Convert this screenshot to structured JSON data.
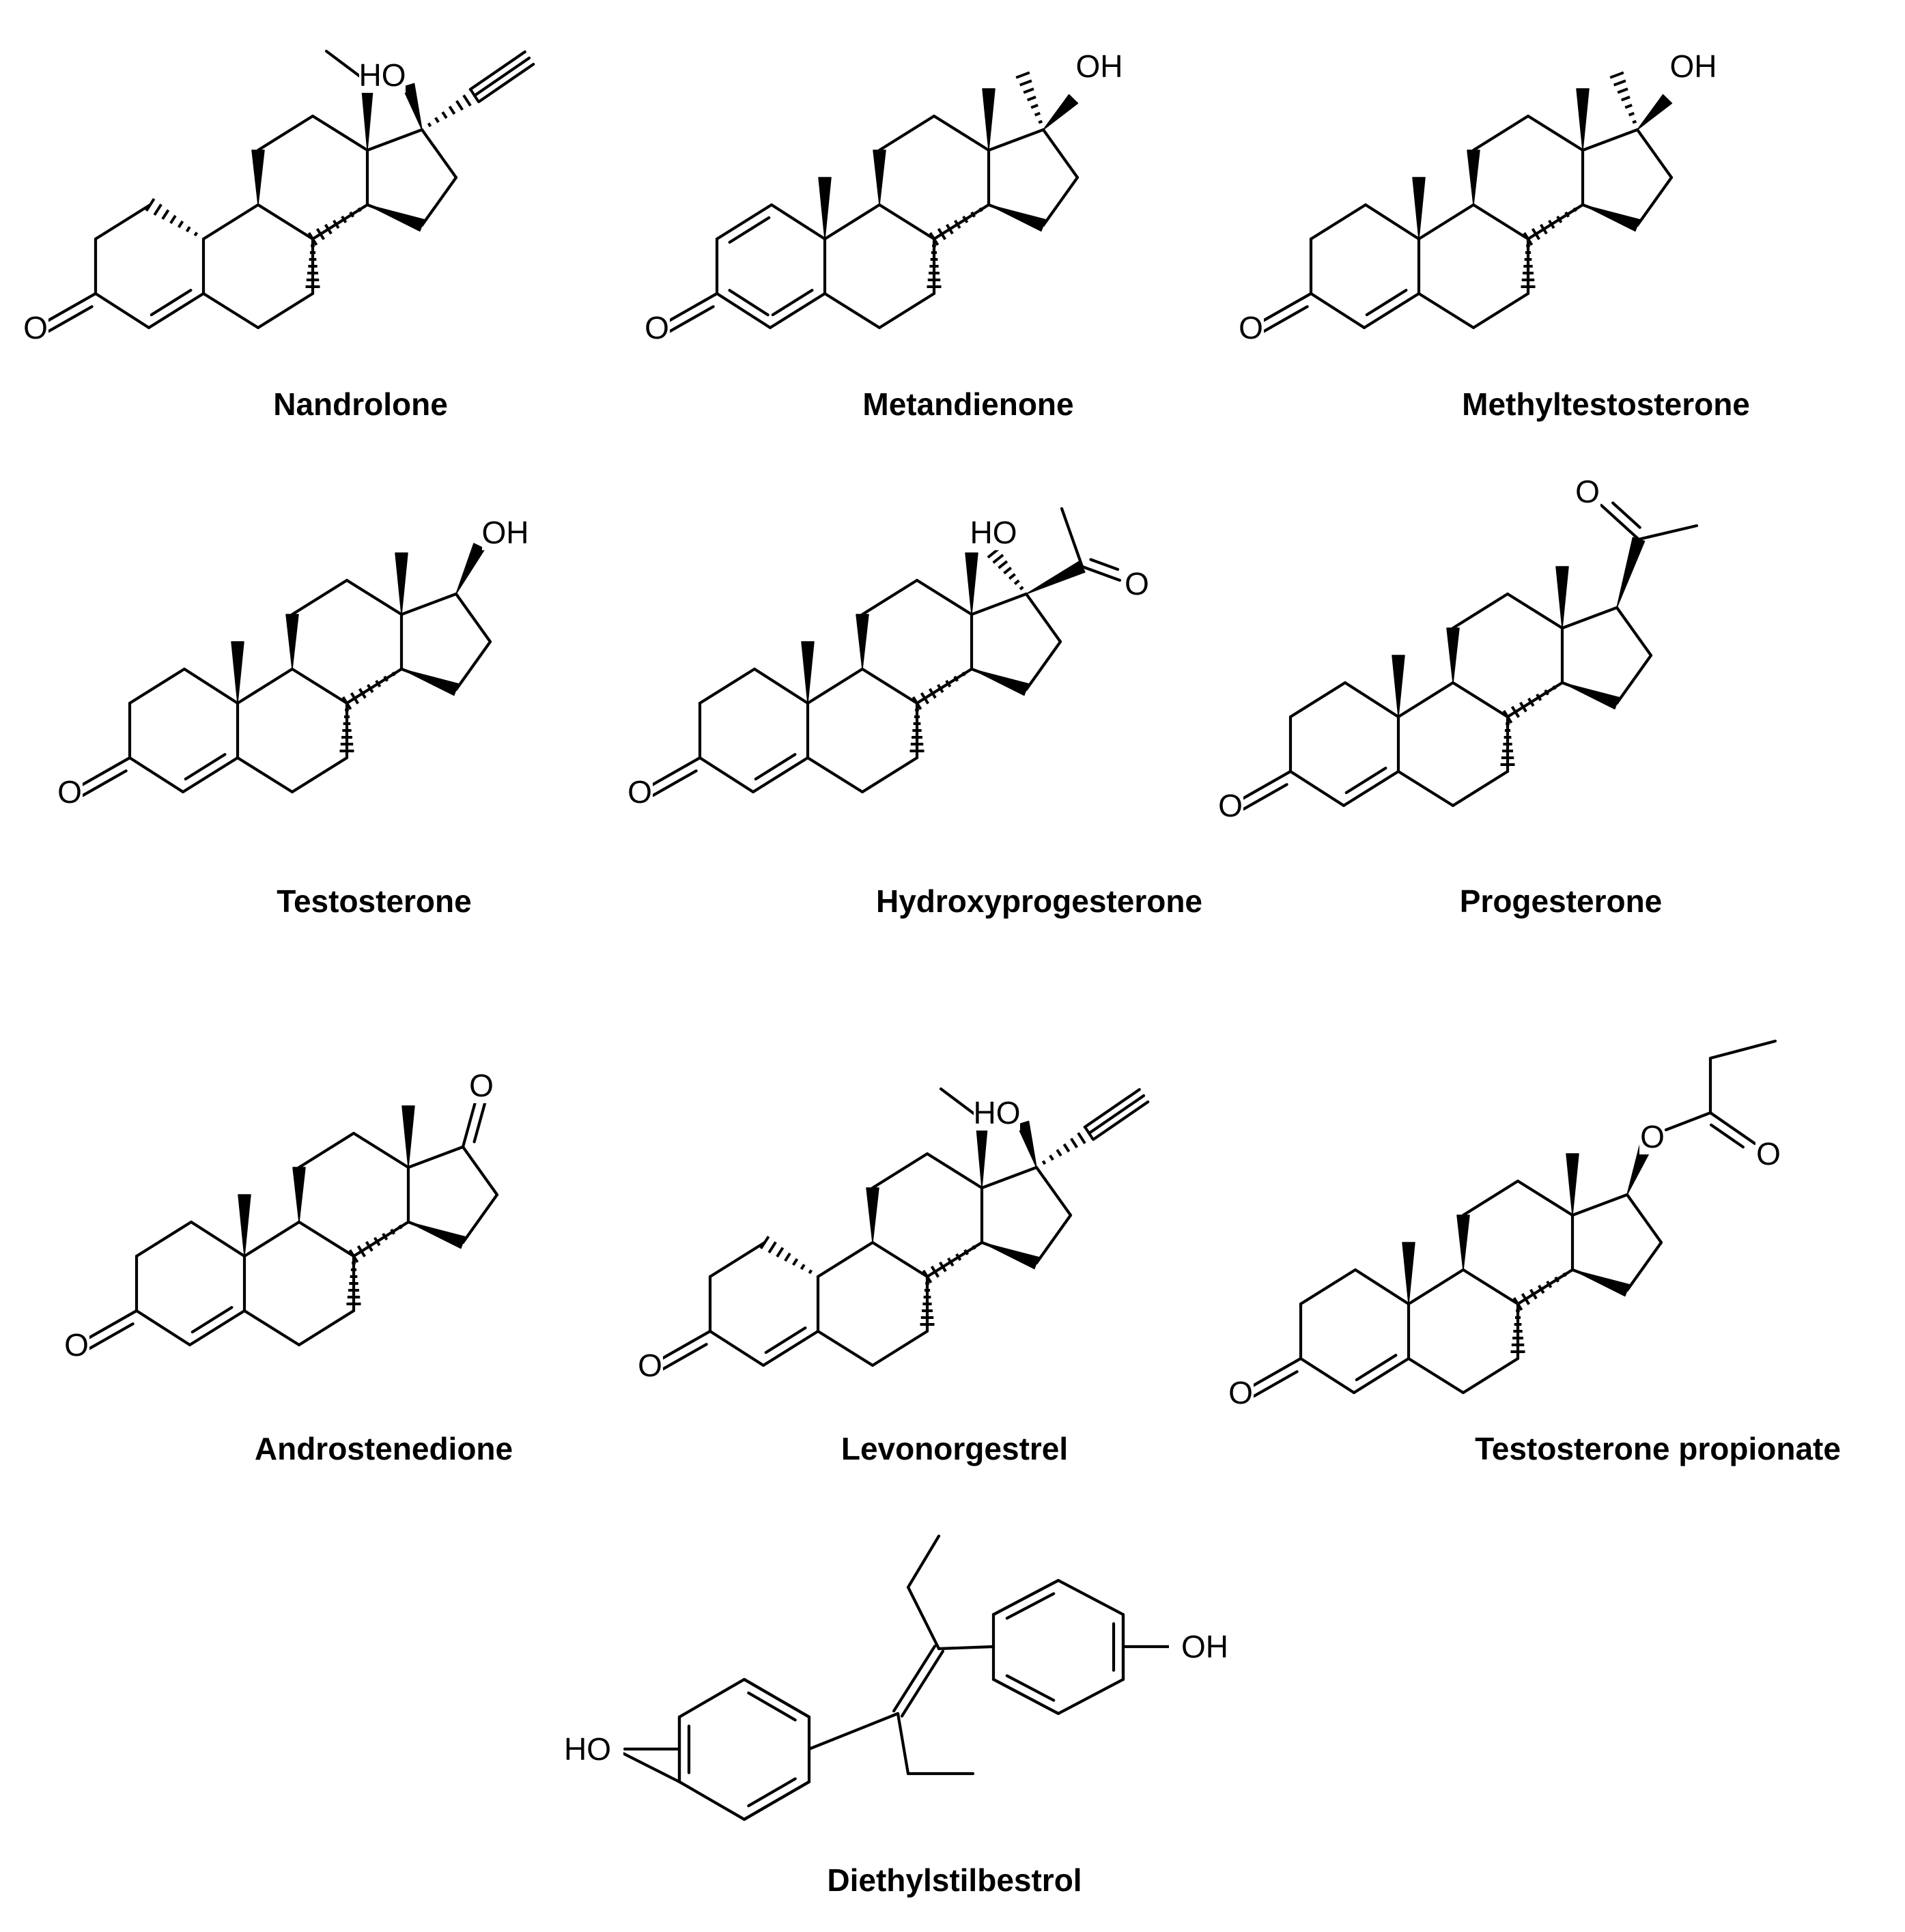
{
  "atom_labels": {
    "oxygen": "O",
    "hydroxyl": "OH",
    "hydroxyl_left": "HO"
  },
  "compounds": [
    {
      "name": "Nandrolone"
    },
    {
      "name": "Metandienone"
    },
    {
      "name": "Methyltestosterone"
    },
    {
      "name": "Testosterone"
    },
    {
      "name": "Hydroxyprogesterone"
    },
    {
      "name": "Progesterone"
    },
    {
      "name": "Androstenedione"
    },
    {
      "name": "Levonorgestrel"
    },
    {
      "name": "Testosterone propionate"
    },
    {
      "name": "Diethylstilbestrol"
    }
  ],
  "colors": {
    "ink": "#000000",
    "background": "#ffffff"
  }
}
